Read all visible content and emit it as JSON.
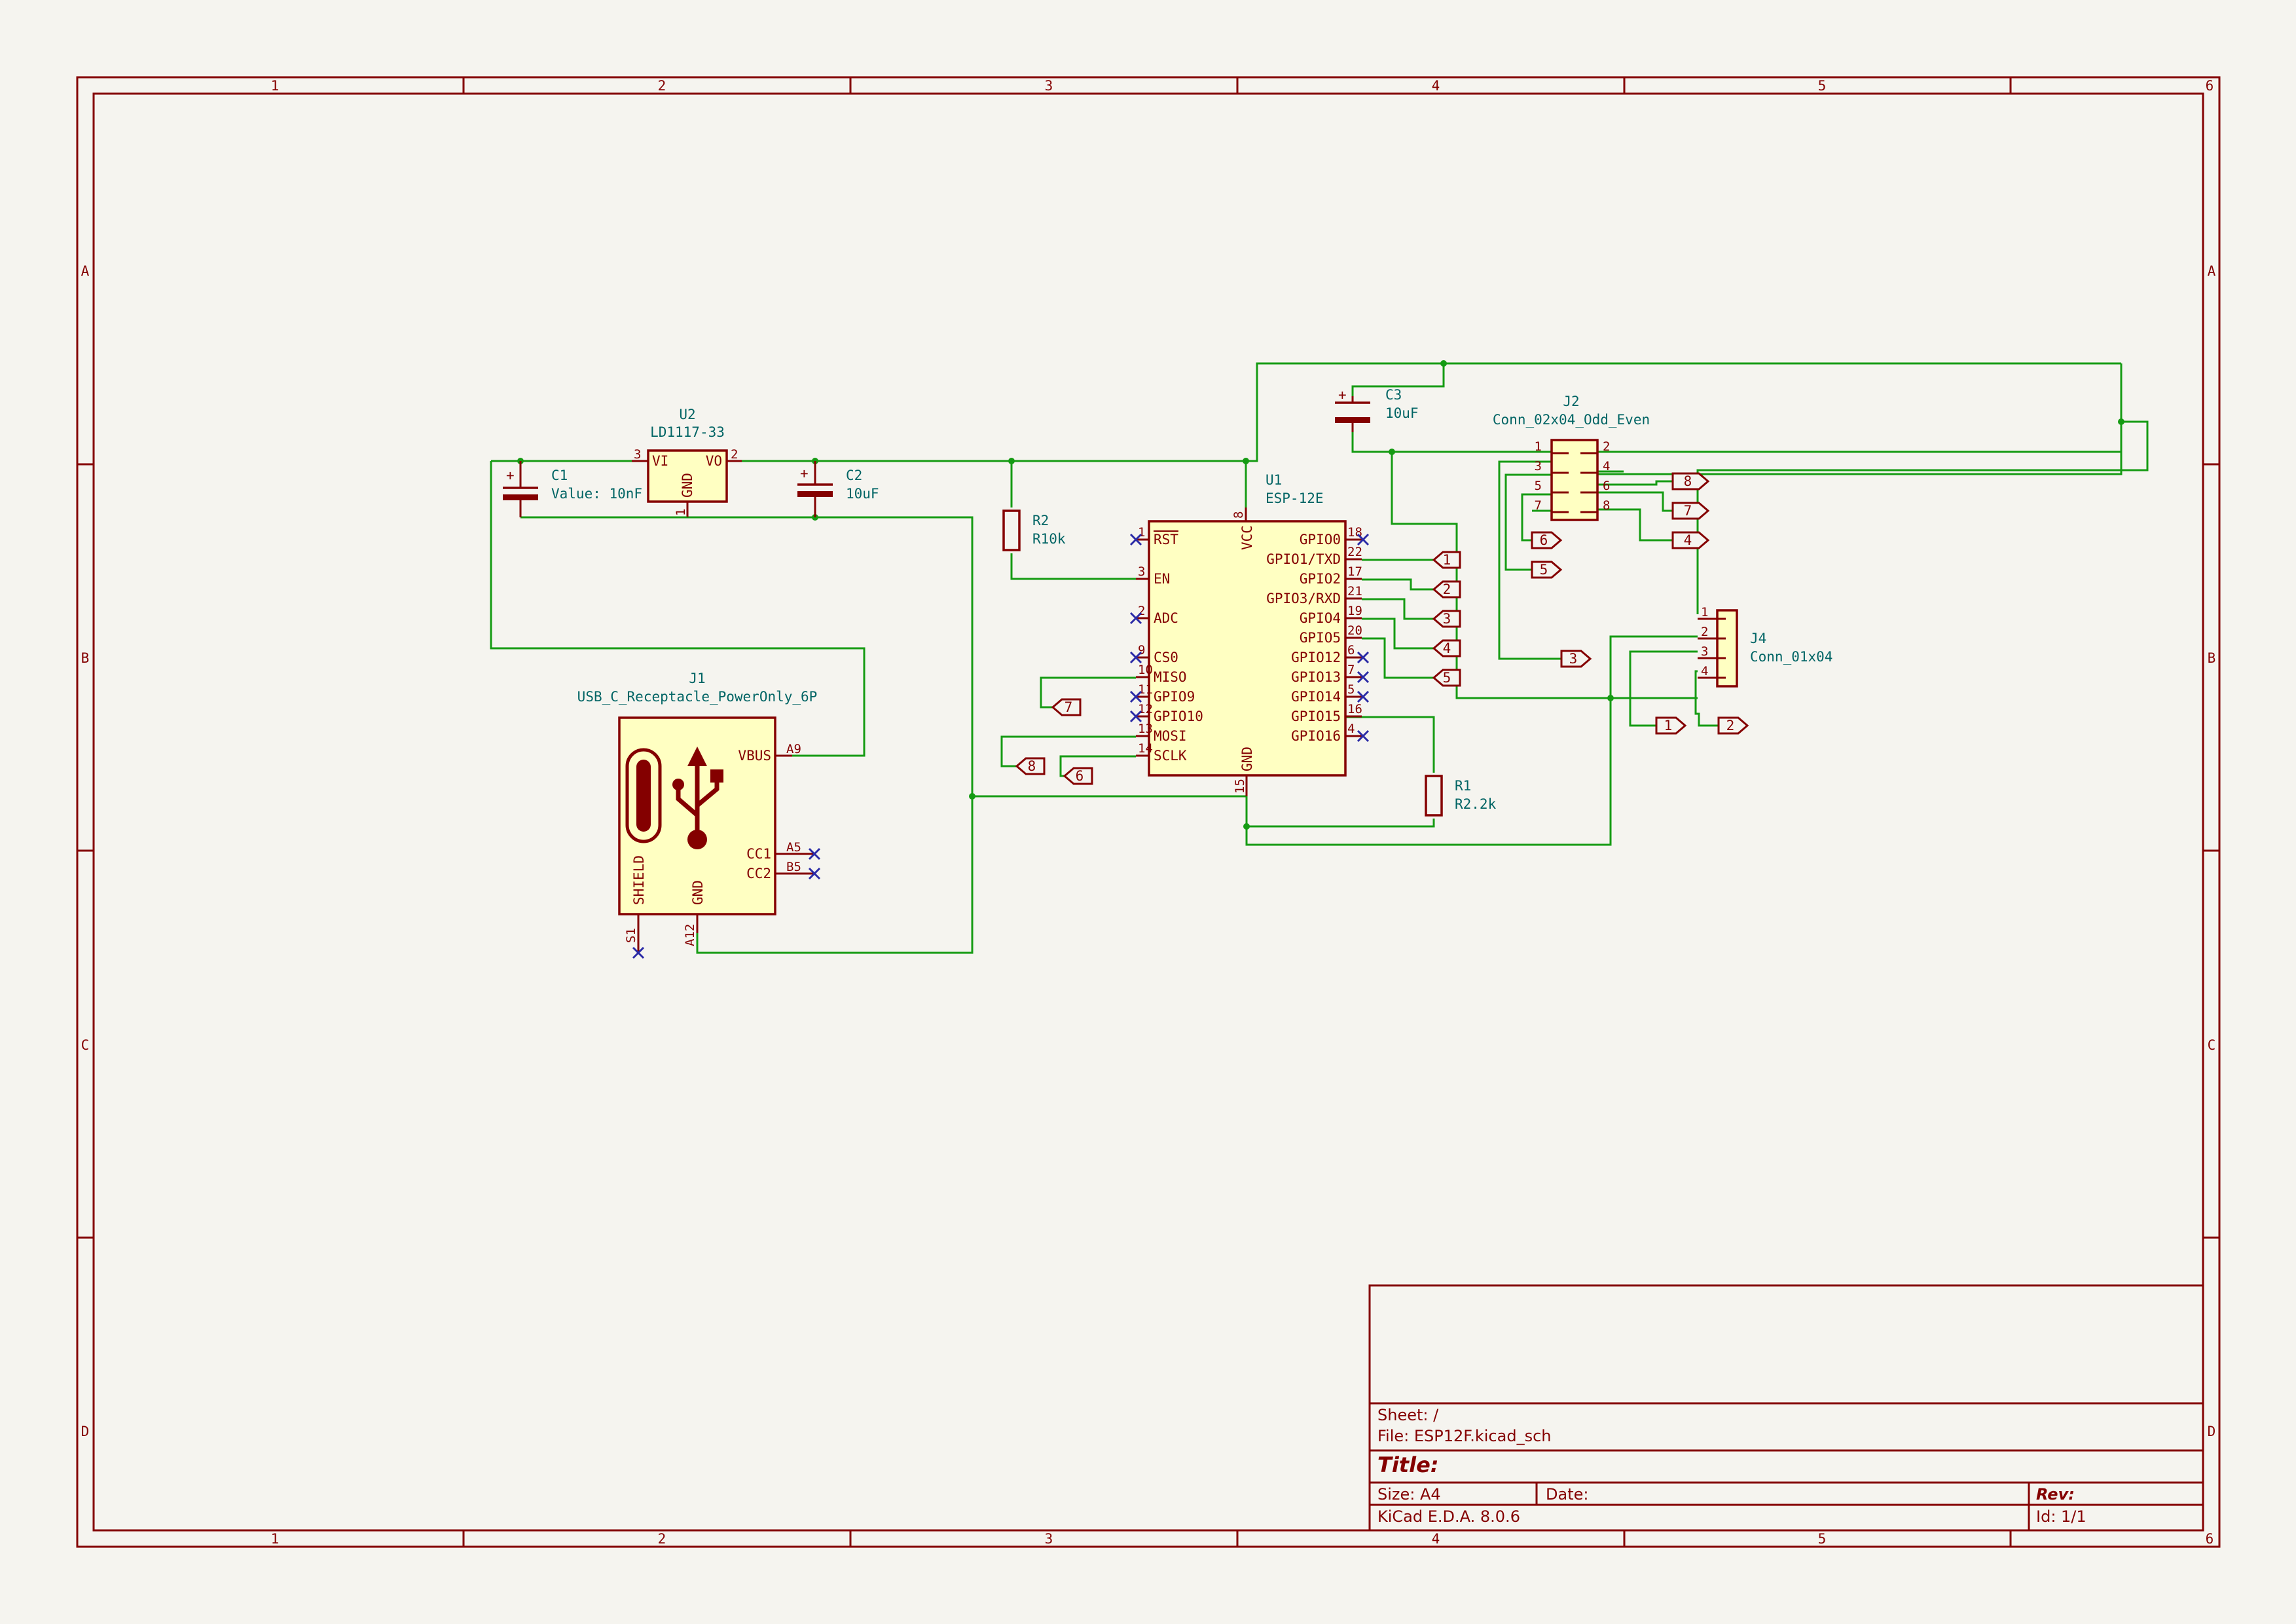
{
  "frame": {
    "columns": [
      "1",
      "2",
      "3",
      "4",
      "5",
      "6"
    ],
    "rows": [
      "A",
      "B",
      "C",
      "D"
    ]
  },
  "components": {
    "U1": {
      "ref": "U1",
      "value": "ESP-12E",
      "left_pins": [
        [
          "1",
          "RST"
        ],
        [
          "3",
          "EN"
        ],
        [
          "2",
          "ADC"
        ],
        [
          "9",
          "CS0"
        ],
        [
          "10",
          "MISO"
        ],
        [
          "11",
          "GPIO9"
        ],
        [
          "12",
          "GPIO10"
        ],
        [
          "13",
          "MOSI"
        ],
        [
          "14",
          "SCLK"
        ]
      ],
      "right_pins": [
        [
          "18",
          "GPIO0"
        ],
        [
          "22",
          "GPIO1/TXD"
        ],
        [
          "17",
          "GPIO2"
        ],
        [
          "21",
          "GPIO3/RXD"
        ],
        [
          "19",
          "GPIO4"
        ],
        [
          "20",
          "GPIO5"
        ],
        [
          "6",
          "GPIO12"
        ],
        [
          "7",
          "GPIO13"
        ],
        [
          "5",
          "GPIO14"
        ],
        [
          "16",
          "GPIO15"
        ],
        [
          "4",
          "GPIO16"
        ]
      ],
      "vcc_label": "VCC",
      "vcc_pin": "8",
      "gnd_label": "GND",
      "gnd_pin": "15"
    },
    "U2": {
      "ref": "U2",
      "value": "LD1117-33",
      "vi": "VI",
      "vo": "VO",
      "gnd": "GND",
      "pin_vi": "3",
      "pin_vo": "2",
      "pin_gnd": "1"
    },
    "C1": {
      "ref": "C1",
      "value": "Value: 10nF"
    },
    "C2": {
      "ref": "C2",
      "value": "10uF"
    },
    "C3": {
      "ref": "C3",
      "value": "10uF"
    },
    "R1": {
      "ref": "R1",
      "value": "R2.2k"
    },
    "R2": {
      "ref": "R2",
      "value": "R10k"
    },
    "J1": {
      "ref": "J1",
      "value": "USB_C_Receptacle_PowerOnly_6P",
      "vbus": "VBUS",
      "cc1": "CC1",
      "cc2": "CC2",
      "shield": "SHIELD",
      "gnd": "GND",
      "pin_vbus": "A9",
      "pin_cc1": "A5",
      "pin_cc2": "B5",
      "pin_shield": "S1",
      "pin_gnd": "A12"
    },
    "J2": {
      "ref": "J2",
      "value": "Conn_02x04_Odd_Even",
      "left": [
        "1",
        "3",
        "5",
        "7"
      ],
      "right": [
        "2",
        "4",
        "6",
        "8"
      ]
    },
    "J4": {
      "ref": "J4",
      "value": "Conn_01x04",
      "pins": [
        "1",
        "2",
        "3",
        "4"
      ]
    }
  },
  "labels": {
    "u1_right": [
      "1",
      "2",
      "3",
      "4",
      "5"
    ],
    "u1_left": [
      "7",
      "8",
      "6"
    ],
    "j2_right": [
      "8",
      "7",
      "4"
    ],
    "j2_left": [
      "6",
      "5",
      "3"
    ],
    "j4": [
      "1",
      "2"
    ]
  },
  "title_block": {
    "sheet": "Sheet: /",
    "file": "File: ESP12F.kicad_sch",
    "title": "Title:",
    "size": "Size: A4",
    "date": "Date:",
    "rev": "Rev:",
    "tool": "KiCad E.D.A. 8.0.6",
    "id": "Id: 1/1"
  }
}
